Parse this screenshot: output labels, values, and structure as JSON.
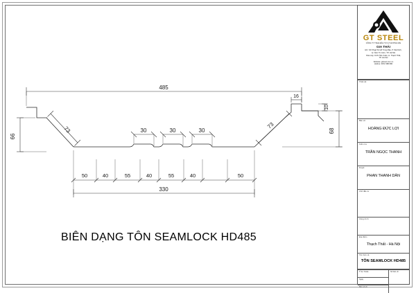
{
  "sheet": {
    "caption": "BIÊN DẠNG TÔN SEAMLOCK HD485"
  },
  "drawing": {
    "type": "cad-section-profile",
    "description": "Roof sheet roll-formed profile section with dimension chains",
    "dimensions": {
      "overall_top_width": "485",
      "overall_bottom_width": "330",
      "left_web_height": "66",
      "right_web_height": "68",
      "left_slope_length": "73",
      "right_slope_length": "73",
      "seam_lip_width": "16",
      "seam_lip_height": "10",
      "rib_widths": [
        "30",
        "30",
        "30"
      ],
      "bottom_chain": [
        "50",
        "40",
        "55",
        "40",
        "55",
        "40",
        "50"
      ]
    }
  },
  "titleblock": {
    "logo": {
      "brand": "GT STEEL",
      "company_line": "CÔNG TY TNHH ĐẦU TƯ & THƯƠNG MẠI",
      "company_name": "GIA THÁI",
      "address_line1": "ĐC: Số 8 Ngõ 64 Hồ Tùng Mậu, P. Mai Dịch,",
      "address_line2": "Q. Nam Từ Liêm, TP. Hà Nội",
      "factory_line1": "Nhà máy: KCN Tiến Xuân, H. Thạch Thất,",
      "factory_line2": "TP. Hà Nội",
      "website": "Website: gtsteel.com.vn",
      "hotline": "Hotline: 0972 388 680"
    },
    "rows": [
      {
        "tag": "Thiết kế",
        "value": ""
      },
      {
        "tag": "Bản vẽ",
        "value": "HOÀNG ĐỨC LỢI"
      },
      {
        "tag": "Kiểm tra",
        "value": "TRẦN NGỌC THANH"
      },
      {
        "tag": "Duyệt",
        "value": "PHAN THANH DÂN"
      },
      {
        "tag": "Chủ đầu tư",
        "value": ""
      },
      {
        "tag": "Công trình",
        "value": ""
      },
      {
        "tag": "Địa điểm",
        "value": "Thạch Thất - Hà Nội"
      },
      {
        "tag": "Tên bản vẽ",
        "value": "TÔN SEAMLOCK HD485"
      }
    ],
    "footer": {
      "scale_tag": "Tỉ lệ / Scale",
      "scale_value": "",
      "sheet_tag": "Số bản vẽ",
      "sheet_value": "",
      "date_tag": "Ngày",
      "date_value": "",
      "rev_tag": "Bản vẽ số",
      "rev_value": ""
    }
  }
}
